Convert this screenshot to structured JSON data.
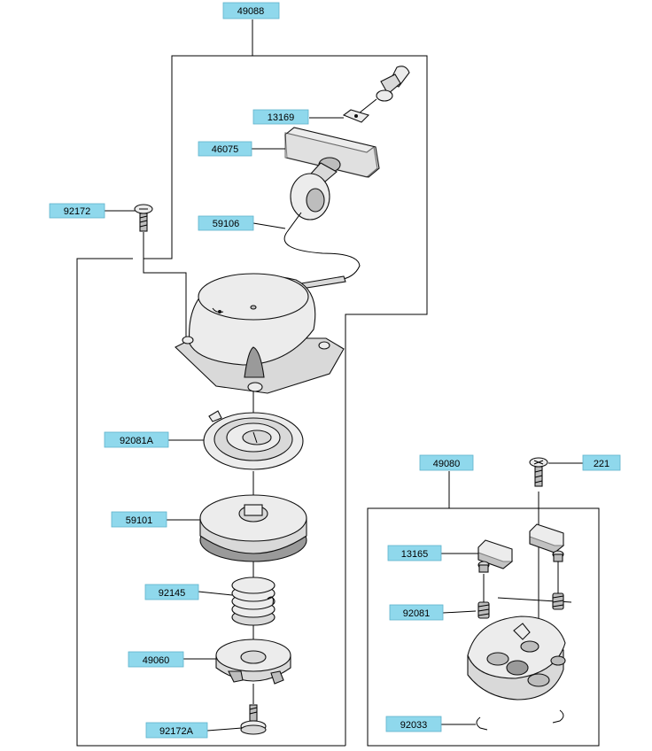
{
  "labels": {
    "assy_recoil_starter": "49088",
    "clamp": "13169",
    "handle": "46075",
    "rope": "59106",
    "screw_upper": "92172",
    "spring_recoil": "92081A",
    "pulley": "59101",
    "spring_torsion": "92145",
    "ratchet": "49060",
    "screw_lower": "92172A",
    "assy_starter_pulley": "49080",
    "screw_221": "221",
    "pawl": "13165",
    "spring_pawl": "92081",
    "circlip": "92033"
  },
  "colors": {
    "label_fill": "#8fd8ec",
    "part_fill": "#d9d9d9",
    "part_shadow": "#9a9a9a"
  }
}
